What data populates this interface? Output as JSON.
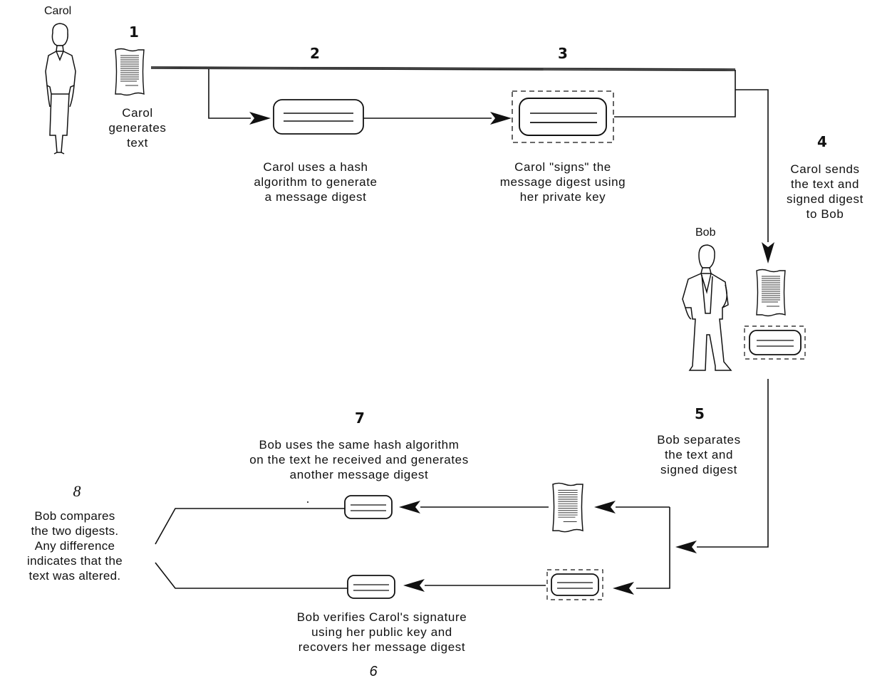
{
  "people": {
    "carol": "Carol",
    "bob": "Bob"
  },
  "steps": {
    "s1": {
      "number": "1",
      "lines": [
        "Carol",
        "generates",
        "text"
      ]
    },
    "s2": {
      "number": "2",
      "lines": [
        "Carol uses a hash",
        "algorithm to generate",
        "a message digest"
      ]
    },
    "s3": {
      "number": "3",
      "lines": [
        "Carol \"signs\" the",
        "message digest using",
        "her private key"
      ]
    },
    "s4": {
      "number": "4",
      "lines": [
        "Carol sends",
        "the text and",
        "signed digest",
        "to Bob"
      ]
    },
    "s5": {
      "number": "5",
      "lines": [
        "Bob separates",
        "the text and",
        "signed digest"
      ]
    },
    "s6": {
      "number": "6",
      "lines": [
        "Bob verifies Carol's signature",
        "using her public key and",
        "recovers her message digest"
      ]
    },
    "s7": {
      "number": "7",
      "lines": [
        "Bob uses the same hash algorithm",
        "on the text he received and generates",
        "another message digest"
      ]
    },
    "s8": {
      "number": "8",
      "lines": [
        "Bob compares",
        "the two digests.",
        "Any difference",
        "indicates that the",
        "text was altered."
      ]
    }
  },
  "icons": [
    "document-icon",
    "message-digest-icon",
    "signed-digest-icon",
    "arrowhead-icon",
    "woman-figure-icon",
    "man-figure-icon"
  ]
}
